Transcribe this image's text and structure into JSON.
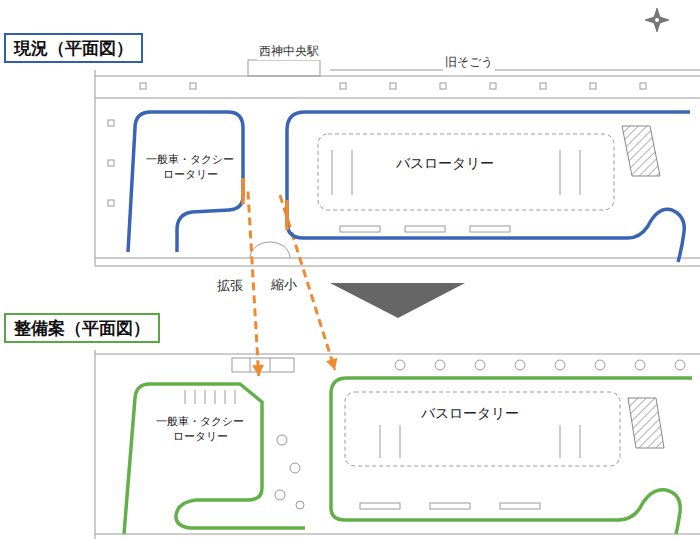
{
  "diagram": {
    "nodes": [
      {
        "text": [
          "現況（平面図）"
        ]
      },
      {
        "text": [
          "一般車・タクシー ロータリー"
        ]
      },
      {
        "text": [
          "バスロータリー"
        ]
      },
      {
        "text": [
          "整備案（平面図）"
        ]
      },
      {
        "text": [
          "一般車・タクシー ロータリー"
        ]
      },
      {
        "text": [
          "バスロータリー"
        ]
      }
    ],
    "edges": [
      {
        "from": 1,
        "to": 4,
        "arrow": "to",
        "label": "拡張"
      },
      {
        "from": 2,
        "to": 5,
        "arrow": "to",
        "label": "縮小"
      }
    ],
    "labels": [
      "西神中央駅",
      "旧そごう"
    ]
  }
}
